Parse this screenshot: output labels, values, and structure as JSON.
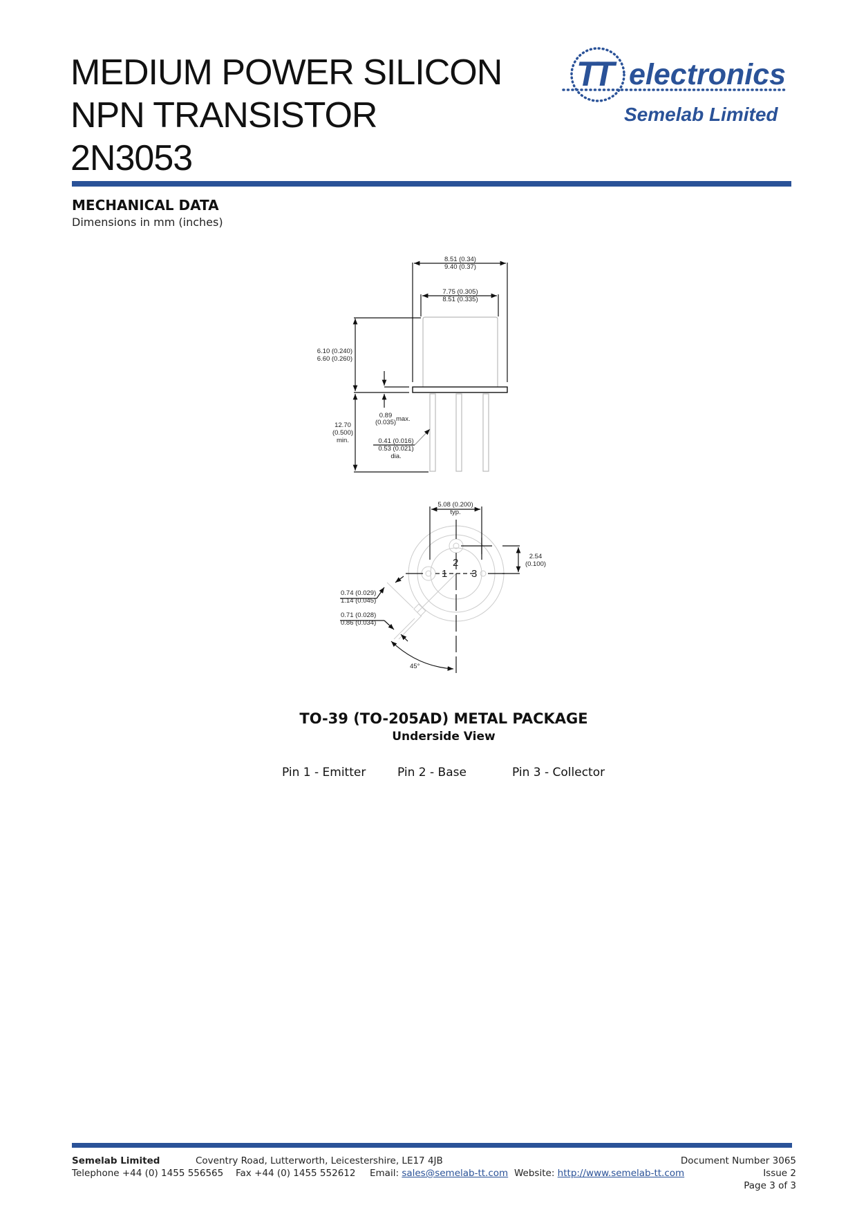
{
  "header": {
    "title_lines": [
      "MEDIUM POWER SILICON",
      "NPN TRANSISTOR",
      "2N3053"
    ],
    "logo": {
      "brand": "TT",
      "brand_word": "electronics",
      "subbrand": "Semelab Limited"
    }
  },
  "section": {
    "heading": "MECHANICAL DATA",
    "subheading": "Dimensions in mm (inches)"
  },
  "side_view": {
    "overall_dia": [
      "8.51 (0.34)",
      "9.40 (0.37)"
    ],
    "body_dia": [
      "7.75 (0.305)",
      "8.51 (0.335)"
    ],
    "height": [
      "6.10 (0.240)",
      "6.60 (0.260)"
    ],
    "flange": [
      "0.89",
      "(0.035)",
      "max."
    ],
    "lead_length": [
      "12.70",
      "(0.500)",
      "min."
    ],
    "lead_dia": [
      "0.41 (0.016)",
      "0.53 (0.021)",
      "dia."
    ]
  },
  "bottom_view": {
    "pin_spacing": [
      "5.08 (0.200)",
      "typ."
    ],
    "offset": [
      "2.54",
      "(0.100)"
    ],
    "tab_width": [
      "0.74 (0.029)",
      "1.14 (0.045)"
    ],
    "tab_length": [
      "0.71 (0.028)",
      "0.86 (0.034)"
    ],
    "angle": "45°",
    "pins": [
      "1",
      "2",
      "3"
    ]
  },
  "package": {
    "title": "TO-39 (TO-205AD) METAL PACKAGE",
    "view": "Underside View"
  },
  "pinout": [
    "Pin 1 - Emitter",
    "Pin 2 - Base",
    "Pin 3 - Collector"
  ],
  "footer": {
    "company": "Semelab Limited",
    "address": "Coventry Road, Lutterworth, Leicestershire, LE17 4JB",
    "telephone": "Telephone +44 (0) 1455 556565",
    "fax": "Fax +44 (0) 1455 552612",
    "email_label": "Email:",
    "email": "sales@semelab-tt.com",
    "website_label": "Website:",
    "website": "http://www.semelab-tt.com",
    "doc_number": "Document Number 3065",
    "issue": "Issue 2",
    "page": "Page 3 of 3"
  },
  "colors": {
    "brand_blue": "#2a5298"
  }
}
